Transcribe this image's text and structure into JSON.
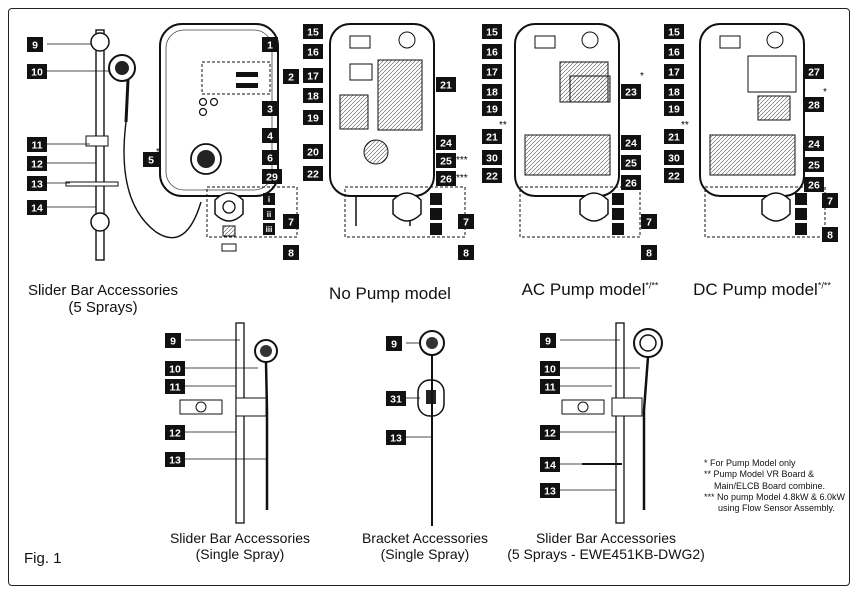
{
  "figure_label": "Fig. 1",
  "captions": {
    "top_slider_5": [
      "Slider Bar Accessories",
      "(5 Sprays)"
    ],
    "no_pump": "No Pump model",
    "ac_pump": "AC Pump model",
    "ac_pump_mark": "*/**",
    "dc_pump": "DC Pump model",
    "dc_pump_mark": "*/**",
    "slider_single": [
      "Slider Bar Accessories",
      "(Single Spray)"
    ],
    "bracket_single": [
      "Bracket Accessories",
      "(Single Spray)"
    ],
    "slider_5_dwg2": [
      "Slider Bar Accessories",
      "(5 Sprays - EWE451KB-DWG2)"
    ]
  },
  "notes": [
    "* For Pump Model only",
    "** Pump Model VR Board &",
    "Main/ELCB Board combine.",
    "*** No pump Model 4.8kW & 6.0kW",
    "using Flow Sensor Assembly."
  ],
  "markers": {
    "single": "*",
    "double": "**",
    "triple": "***"
  },
  "callouts": {
    "heater_front": [
      "1",
      "2",
      "3",
      "4",
      "5",
      "6",
      "29",
      "7",
      "8",
      "9",
      "10",
      "11",
      "12",
      "13",
      "14"
    ],
    "sub_parts": [
      "i",
      "ii",
      "iii"
    ],
    "no_pump": [
      "15",
      "16",
      "17",
      "18",
      "19",
      "20",
      "21",
      "22",
      "24",
      "25",
      "26",
      "7",
      "8"
    ],
    "ac_pump": [
      "15",
      "16",
      "17",
      "18",
      "19",
      "21",
      "23",
      "24",
      "25",
      "26",
      "30",
      "22",
      "7",
      "8"
    ],
    "dc_pump": [
      "15",
      "16",
      "17",
      "18",
      "19",
      "21",
      "27",
      "28",
      "24",
      "25",
      "26",
      "30",
      "22",
      "7",
      "8"
    ],
    "bottom": [
      "9",
      "10",
      "11",
      "12",
      "13",
      "31",
      "14"
    ]
  }
}
